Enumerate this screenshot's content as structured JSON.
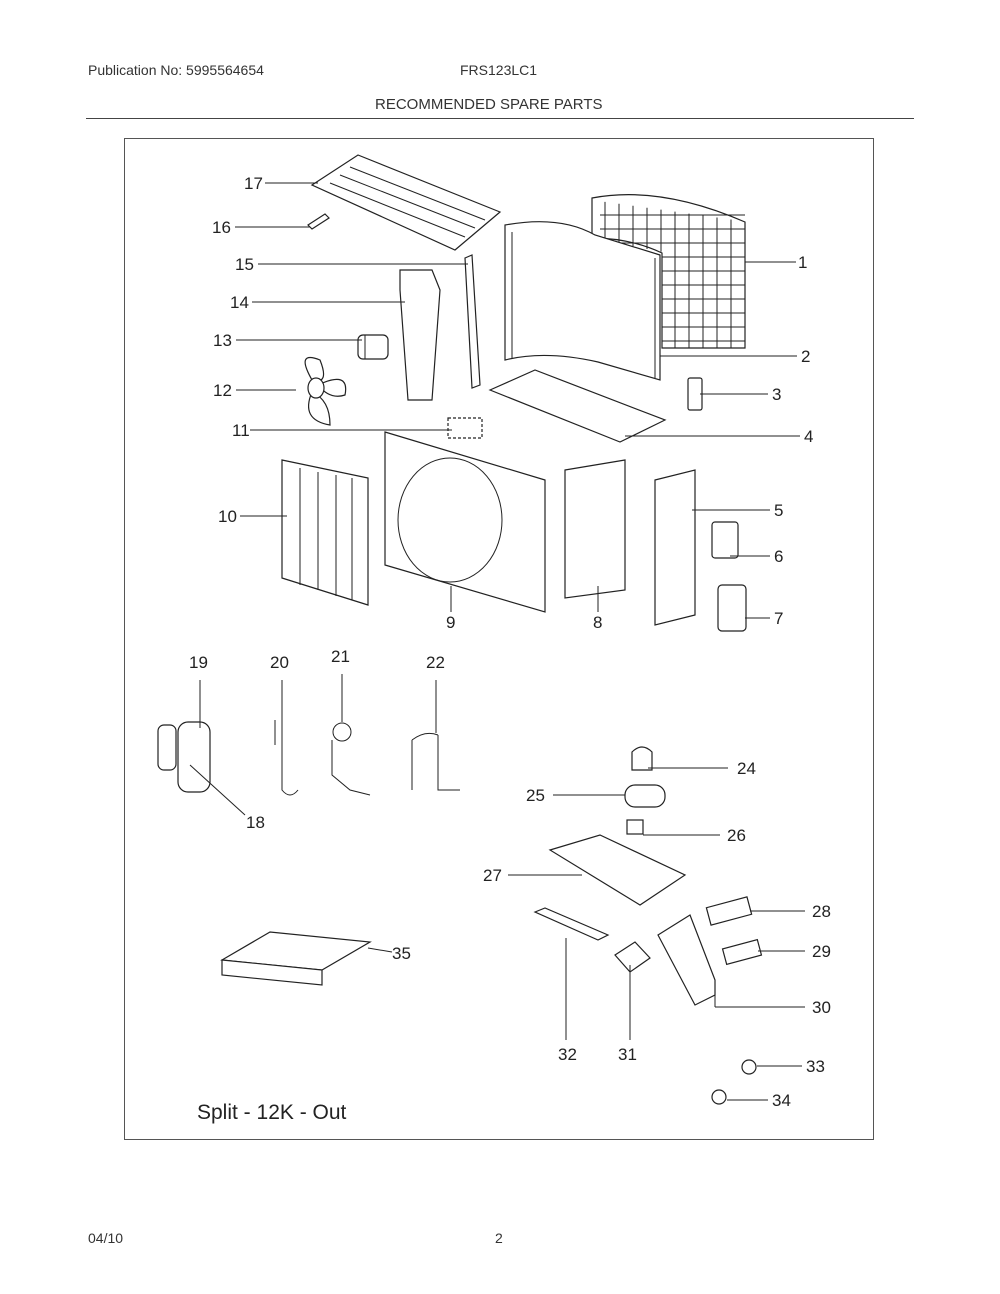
{
  "header": {
    "publication": "Publication No: 5995564654",
    "model": "FRS123LC1",
    "title": "RECOMMENDED SPARE PARTS"
  },
  "diagram": {
    "caption": "Split - 12K - Out",
    "callouts": [
      "1",
      "2",
      "3",
      "4",
      "5",
      "6",
      "7",
      "8",
      "9",
      "10",
      "11",
      "12",
      "13",
      "14",
      "15",
      "16",
      "17",
      "18",
      "19",
      "20",
      "21",
      "22",
      "24",
      "25",
      "26",
      "27",
      "28",
      "29",
      "30",
      "31",
      "32",
      "33",
      "34",
      "35"
    ]
  },
  "footer": {
    "date": "04/10",
    "page": "2"
  }
}
